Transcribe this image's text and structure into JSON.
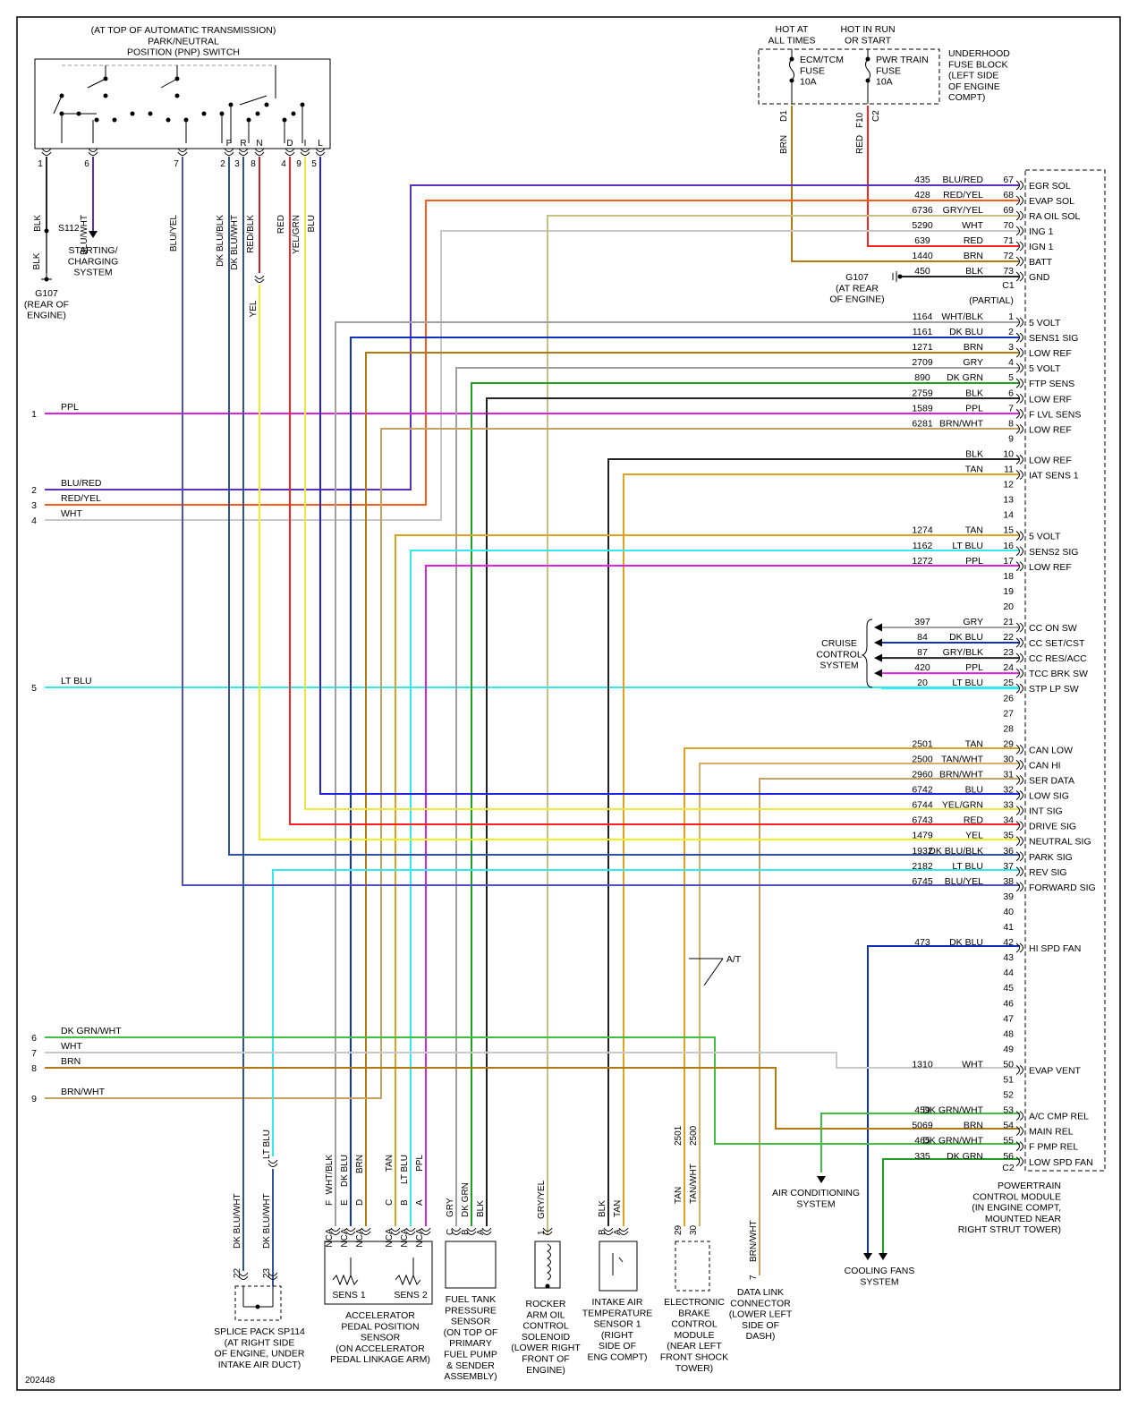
{
  "diagram_id": "202448",
  "pnp_switch": {
    "title": [
      "(AT TOP OF AUTOMATIC TRANSMISSION)",
      "PARK/NEUTRAL",
      "POSITION (PNP) SWITCH"
    ],
    "pin_letters": [
      "P",
      "R",
      "N",
      "D",
      "I",
      "L"
    ],
    "pins": [
      {
        "num": "1",
        "color": "BLK"
      },
      {
        "num": "6",
        "color": "BLU/WHT"
      },
      {
        "num": "7",
        "color": "BLU/YEL"
      },
      {
        "num": "2",
        "color": "DK BLU/BLK"
      },
      {
        "num": "3",
        "color": "DK BLU/WHT"
      },
      {
        "num": "8",
        "color": "RED/BLK"
      },
      {
        "num": "4",
        "color": "RED"
      },
      {
        "num": "9",
        "color": "YEL/GRN"
      },
      {
        "num": "5",
        "color": "BLU"
      }
    ]
  },
  "left_labels": {
    "s112": "S112",
    "g107_blk": "BLK",
    "g107": [
      "G107",
      "(REAR OF",
      "ENGINE)"
    ],
    "starting": [
      "STARTING/",
      "CHARGING",
      "SYSTEM"
    ],
    "yel": "YEL"
  },
  "fuse_block": {
    "hot_all": [
      "HOT AT",
      "ALL TIMES"
    ],
    "hot_run": [
      "HOT IN RUN",
      "OR START"
    ],
    "fuse1": [
      "ECM/TCM",
      "FUSE",
      "10A"
    ],
    "fuse2": [
      "PWR TRAIN",
      "FUSE",
      "10A"
    ],
    "title": [
      "UNDERHOOD",
      "FUSE BLOCK",
      "(LEFT SIDE",
      "OF ENGINE",
      "COMPT)"
    ],
    "pin1": "D1",
    "pin2": "F10",
    "pin2b": "C2",
    "wire1": "BRN",
    "wire2": "RED"
  },
  "left_wires": [
    {
      "num": "1",
      "label": "PPL",
      "color": "#e020e0"
    },
    {
      "num": "2",
      "label": "BLU/RED",
      "color": "#5a2fc0"
    },
    {
      "num": "3",
      "label": "RED/YEL",
      "color": "#ff5a1a"
    },
    {
      "num": "4",
      "label": "WHT",
      "color": "#c8c8c8"
    },
    {
      "num": "5",
      "label": "LT BLU",
      "color": "#34e8f0"
    },
    {
      "num": "6",
      "label": "DK GRN/WHT",
      "color": "#30b030"
    },
    {
      "num": "7",
      "label": "WHT",
      "color": "#c8c8c8"
    },
    {
      "num": "8",
      "label": "BRN",
      "color": "#b07a10"
    },
    {
      "num": "9",
      "label": "BRN/WHT",
      "color": "#c8a060"
    }
  ],
  "pcm_c1": [
    {
      "pin": "67",
      "circ": "435",
      "color": "BLU/RED",
      "label": "EGR SOL"
    },
    {
      "pin": "68",
      "circ": "428",
      "color": "RED/YEL",
      "label": "EVAP SOL"
    },
    {
      "pin": "69",
      "circ": "6736",
      "color": "GRY/YEL",
      "label": "RA OIL SOL"
    },
    {
      "pin": "70",
      "circ": "5290",
      "color": "WHT",
      "label": "ING 1"
    },
    {
      "pin": "71",
      "circ": "639",
      "color": "RED",
      "label": "IGN 1"
    },
    {
      "pin": "72",
      "circ": "1440",
      "color": "BRN",
      "label": "BATT"
    },
    {
      "pin": "73",
      "circ": "450",
      "color": "BLK",
      "label": "GND"
    }
  ],
  "pcm_c1_label": "C1",
  "partial": "(PARTIAL)",
  "g107b": [
    "G107",
    "(AT REAR",
    "OF ENGINE)"
  ],
  "pcm_c2": [
    {
      "pin": "1",
      "circ": "1164",
      "color": "WHT/BLK",
      "label": "5 VOLT"
    },
    {
      "pin": "2",
      "circ": "1161",
      "color": "DK BLU",
      "label": "SENS1 SIG"
    },
    {
      "pin": "3",
      "circ": "1271",
      "color": "BRN",
      "label": "LOW REF"
    },
    {
      "pin": "4",
      "circ": "2709",
      "color": "GRY",
      "label": "5 VOLT"
    },
    {
      "pin": "5",
      "circ": "890",
      "color": "DK GRN",
      "label": "FTP SENS"
    },
    {
      "pin": "6",
      "circ": "2759",
      "color": "BLK",
      "label": "LOW ERF"
    },
    {
      "pin": "7",
      "circ": "1589",
      "color": "PPL",
      "label": "F LVL SENS"
    },
    {
      "pin": "8",
      "circ": "6281",
      "color": "BRN/WHT",
      "label": "LOW REF"
    },
    {
      "pin": "9",
      "circ": "",
      "color": "",
      "label": ""
    },
    {
      "pin": "10",
      "circ": "",
      "color": "BLK",
      "label": "LOW REF"
    },
    {
      "pin": "11",
      "circ": "",
      "color": "TAN",
      "label": "IAT SENS 1"
    },
    {
      "pin": "12",
      "circ": "",
      "color": "",
      "label": ""
    },
    {
      "pin": "13",
      "circ": "",
      "color": "",
      "label": ""
    },
    {
      "pin": "14",
      "circ": "",
      "color": "",
      "label": ""
    },
    {
      "pin": "15",
      "circ": "1274",
      "color": "TAN",
      "label": "5 VOLT"
    },
    {
      "pin": "16",
      "circ": "1162",
      "color": "LT BLU",
      "label": "SENS2 SIG"
    },
    {
      "pin": "17",
      "circ": "1272",
      "color": "PPL",
      "label": "LOW REF"
    },
    {
      "pin": "18",
      "circ": "",
      "color": "",
      "label": ""
    },
    {
      "pin": "19",
      "circ": "",
      "color": "",
      "label": ""
    },
    {
      "pin": "20",
      "circ": "",
      "color": "",
      "label": ""
    },
    {
      "pin": "21",
      "circ": "397",
      "color": "GRY",
      "label": "CC ON SW"
    },
    {
      "pin": "22",
      "circ": "84",
      "color": "DK BLU",
      "label": "CC SET/CST"
    },
    {
      "pin": "23",
      "circ": "87",
      "color": "GRY/BLK",
      "label": "CC RES/ACC"
    },
    {
      "pin": "24",
      "circ": "420",
      "color": "PPL",
      "label": "TCC BRK SW"
    },
    {
      "pin": "25",
      "circ": "20",
      "color": "LT BLU",
      "label": "STP LP SW"
    },
    {
      "pin": "26",
      "circ": "",
      "color": "",
      "label": ""
    },
    {
      "pin": "27",
      "circ": "",
      "color": "",
      "label": ""
    },
    {
      "pin": "28",
      "circ": "",
      "color": "",
      "label": ""
    },
    {
      "pin": "29",
      "circ": "2501",
      "color": "TAN",
      "label": "CAN LOW"
    },
    {
      "pin": "30",
      "circ": "2500",
      "color": "TAN/WHT",
      "label": "CAN HI"
    },
    {
      "pin": "31",
      "circ": "2960",
      "color": "BRN/WHT",
      "label": "SER DATA"
    },
    {
      "pin": "32",
      "circ": "6742",
      "color": "BLU",
      "label": "LOW SIG"
    },
    {
      "pin": "33",
      "circ": "6744",
      "color": "YEL/GRN",
      "label": "INT SIG"
    },
    {
      "pin": "34",
      "circ": "6743",
      "color": "RED",
      "label": "DRIVE SIG"
    },
    {
      "pin": "35",
      "circ": "1479",
      "color": "YEL",
      "label": "NEUTRAL SIG"
    },
    {
      "pin": "36",
      "circ": "1932",
      "color": "DK BLU/BLK",
      "label": "PARK SIG"
    },
    {
      "pin": "37",
      "circ": "2182",
      "color": "LT BLU",
      "label": "REV SIG"
    },
    {
      "pin": "38",
      "circ": "6745",
      "color": "BLU/YEL",
      "label": "FORWARD SIG"
    },
    {
      "pin": "39",
      "circ": "",
      "color": "",
      "label": ""
    },
    {
      "pin": "40",
      "circ": "",
      "color": "",
      "label": ""
    },
    {
      "pin": "41",
      "circ": "",
      "color": "",
      "label": ""
    },
    {
      "pin": "42",
      "circ": "473",
      "color": "DK BLU",
      "label": "HI SPD FAN"
    },
    {
      "pin": "43",
      "circ": "",
      "color": "",
      "label": ""
    },
    {
      "pin": "44",
      "circ": "",
      "color": "",
      "label": ""
    },
    {
      "pin": "45",
      "circ": "",
      "color": "",
      "label": ""
    },
    {
      "pin": "46",
      "circ": "",
      "color": "",
      "label": ""
    },
    {
      "pin": "47",
      "circ": "",
      "color": "",
      "label": ""
    },
    {
      "pin": "48",
      "circ": "",
      "color": "",
      "label": ""
    },
    {
      "pin": "49",
      "circ": "",
      "color": "",
      "label": ""
    },
    {
      "pin": "50",
      "circ": "1310",
      "color": "WHT",
      "label": "EVAP VENT"
    },
    {
      "pin": "51",
      "circ": "",
      "color": "",
      "label": ""
    },
    {
      "pin": "52",
      "circ": "",
      "color": "",
      "label": ""
    },
    {
      "pin": "53",
      "circ": "459",
      "color": "DK GRN/WHT",
      "label": "A/C CMP REL"
    },
    {
      "pin": "54",
      "circ": "5069",
      "color": "BRN",
      "label": "MAIN REL"
    },
    {
      "pin": "55",
      "circ": "465",
      "color": "DK GRN/WHT",
      "label": "F PMP REL"
    },
    {
      "pin": "56",
      "circ": "335",
      "color": "DK GRN",
      "label": "LOW SPD FAN"
    }
  ],
  "pcm_c2_label": "C2",
  "pcm_title": [
    "POWERTRAIN",
    "CONTROL MODULE",
    "(IN ENGINE COMPT,",
    "MOUNTED NEAR",
    "RIGHT STRUT TOWER)"
  ],
  "cruise": [
    "CRUISE",
    "CONTROL",
    "SYSTEM"
  ],
  "at_label": "A/T",
  "ac_system": [
    "AIR CONDITIONING",
    "SYSTEM"
  ],
  "fans_system": [
    "COOLING FANS",
    "SYSTEM"
  ],
  "components": {
    "splice": {
      "title": [
        "SPLICE PACK SP114",
        "(AT RIGHT SIDE",
        "OF ENGINE, UNDER",
        "INTAKE AIR DUCT)"
      ],
      "w1": "DK BLU/WHT",
      "w2": "DK BLU/WHT",
      "w3": "LT BLU",
      "p1": "22",
      "p2": "23"
    },
    "apps": {
      "title": [
        "ACCELERATOR",
        "PEDAL POSITION",
        "SENSOR",
        "(ON ACCELERATOR",
        "PEDAL LINKAGE ARM)"
      ],
      "wires": [
        "WHT/BLK",
        "DK BLU",
        "BRN",
        "TAN",
        "LT BLU",
        "PPL"
      ],
      "letters": [
        "F",
        "E",
        "D",
        "C",
        "B",
        "A"
      ],
      "nca": "NCA",
      "sens1": "SENS 1",
      "sens2": "SENS 2"
    },
    "ftp": {
      "title": [
        "FUEL TANK",
        "PRESSURE",
        "SENSOR",
        "(ON TOP OF",
        "PRIMARY",
        "FUEL PUMP",
        "& SENDER",
        "ASSEMBLY)"
      ],
      "wires": [
        "GRY",
        "DK GRN",
        "BLK"
      ],
      "letters": [
        "C",
        "B",
        "A"
      ]
    },
    "rocker": {
      "title": [
        "ROCKER",
        "ARM OIL",
        "CONTROL",
        "SOLENOID",
        "(LOWER RIGHT",
        "FRONT OF",
        "ENGINE)"
      ],
      "wire": "GRY/YEL",
      "pin": "1"
    },
    "iat": {
      "title": [
        "INTAKE AIR",
        "TEMPERATURE",
        "SENSOR 1",
        "(RIGHT",
        "SIDE OF",
        "ENG COMPT)"
      ],
      "wires": [
        "BLK",
        "TAN"
      ],
      "letters": [
        "B",
        "A"
      ]
    },
    "ebcm": {
      "title": [
        "ELECTRONIC",
        "BRAKE",
        "CONTROL",
        "MODULE",
        "(NEAR LEFT",
        "FRONT SHOCK",
        "TOWER)"
      ],
      "circ": [
        "2501",
        "2500"
      ],
      "wires": [
        "TAN",
        "TAN/WHT"
      ],
      "pins": [
        "29",
        "30"
      ]
    },
    "dlc": {
      "title": [
        "DATA LINK",
        "CONNECTOR",
        "(LOWER LEFT",
        "SIDE OF",
        "DASH)"
      ],
      "wire": "BRN/WHT",
      "pin": "7"
    }
  }
}
